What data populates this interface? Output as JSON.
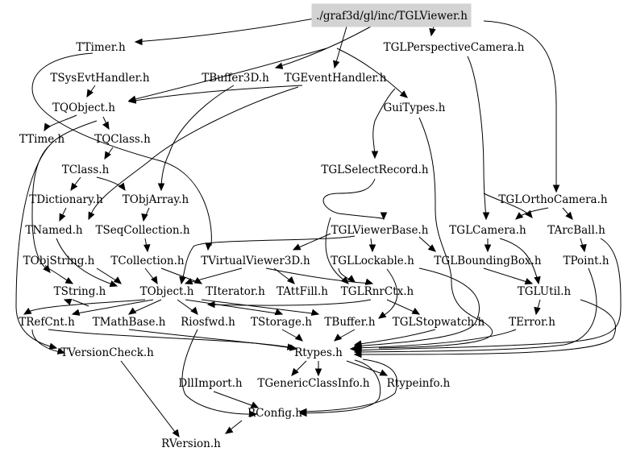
{
  "diagram": {
    "root": "./graf3d/gl/inc/TGLViewer.h",
    "nodes": {
      "TTimer": "TTimer.h",
      "TGLPerspectiveCamera": "TGLPerspectiveCamera.h",
      "TSysEvtHandler": "TSysEvtHandler.h",
      "TBuffer3D": "TBuffer3D.h",
      "TGEventHandler": "TGEventHandler.h",
      "TQObject": "TQObject.h",
      "GuiTypes": "GuiTypes.h",
      "TTime": "TTime.h",
      "TQClass": "TQClass.h",
      "TClass": "TClass.h",
      "TGLSelectRecord": "TGLSelectRecord.h",
      "TDictionary": "TDictionary.h",
      "TObjArray": "TObjArray.h",
      "TGLOrthoCamera": "TGLOrthoCamera.h",
      "TNamed": "TNamed.h",
      "TSeqCollection": "TSeqCollection.h",
      "TGLViewerBase": "TGLViewerBase.h",
      "TGLCamera": "TGLCamera.h",
      "TArcBall": "TArcBall.h",
      "TObjString": "TObjString.h",
      "TCollection": "TCollection.h",
      "TVirtualViewer3D": "TVirtualViewer3D.h",
      "TGLLockable": "TGLLockable.h",
      "TGLBoundingBox": "TGLBoundingBox.h",
      "TPoint": "TPoint.h",
      "TString": "TString.h",
      "TObject": "TObject.h",
      "TIterator": "TIterator.h",
      "TAttFill": "TAttFill.h",
      "TGLRnrCtx": "TGLRnrCtx.h",
      "TGLUtil": "TGLUtil.h",
      "TRefCnt": "TRefCnt.h",
      "TMathBase": "TMathBase.h",
      "Riosfwd": "Riosfwd.h",
      "TStorage": "TStorage.h",
      "TBuffer": "TBuffer.h",
      "TGLStopwatch": "TGLStopwatch.h",
      "TError": "TError.h",
      "TVersionCheck": "TVersionCheck.h",
      "Rtypes": "Rtypes.h",
      "DllImport": "DllImport.h",
      "TGenericClassInfo": "TGenericClassInfo.h",
      "Rtypeinfo": "Rtypeinfo.h",
      "RConfig": "RConfig.h",
      "RVersion": "RVersion.h"
    }
  },
  "colors": {
    "root_fill": "#d3d3d3",
    "edge": "#000000",
    "text": "#000000",
    "background": "#ffffff"
  }
}
